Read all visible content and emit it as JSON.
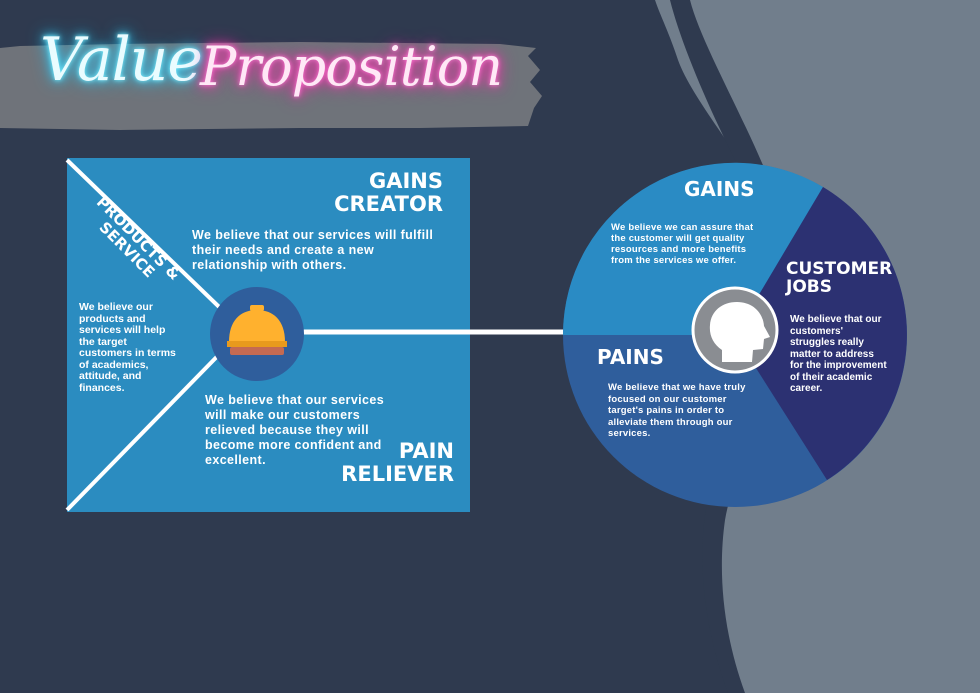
{
  "title": {
    "part1": "Value",
    "part2": "Proposition"
  },
  "value_map": {
    "gains_creator": {
      "heading": [
        "GAINS",
        "CREATOR"
      ],
      "text": [
        "We believe that our services will fulfill",
        "their needs and create a new",
        "relationship with others."
      ]
    },
    "products_service": {
      "heading": [
        "PRODUCTS &",
        "SERVICE"
      ],
      "text": [
        "We believe our",
        "products and",
        "services will help",
        "the target",
        "customers in terms",
        "of academics,",
        "attitude, and",
        "finances."
      ]
    },
    "pain_reliever": {
      "heading": [
        "PAIN",
        "RELIEVER"
      ],
      "text": [
        "We believe that our services",
        "will make our customers",
        "relieved because they will",
        "become more confident and",
        "excellent."
      ]
    },
    "icon": "service-bell-icon"
  },
  "customer_profile": {
    "gains": {
      "heading": "GAINS",
      "text": [
        "We believe we can assure that",
        "the customer will get quality",
        "resources and more benefits",
        "from the services we offer."
      ]
    },
    "customer_jobs": {
      "heading": [
        "CUSTOMER",
        "JOBS"
      ],
      "text": [
        "We believe that our",
        "customers'",
        "struggles really",
        "matter to address",
        "for the improvement",
        "of their academic",
        "career."
      ]
    },
    "pains": {
      "heading": "PAINS",
      "text": [
        "We believe that we have truly",
        "focused on our customer",
        "target's pains in order to",
        "alleviate them through our",
        "services."
      ]
    },
    "icon": "head-silhouette-icon"
  },
  "colors": {
    "background": "#2f3a4f",
    "panel": "#2b8cc0",
    "gains": "#2a8bc4",
    "jobs": "#2c3172",
    "pains": "#2f5e9c",
    "swoosh": "#717e8c",
    "bell": "#ffb12e",
    "bell_base": "#c46a52",
    "neon_blue": "#3fd9ff",
    "neon_pink": "#ff3fb8"
  }
}
